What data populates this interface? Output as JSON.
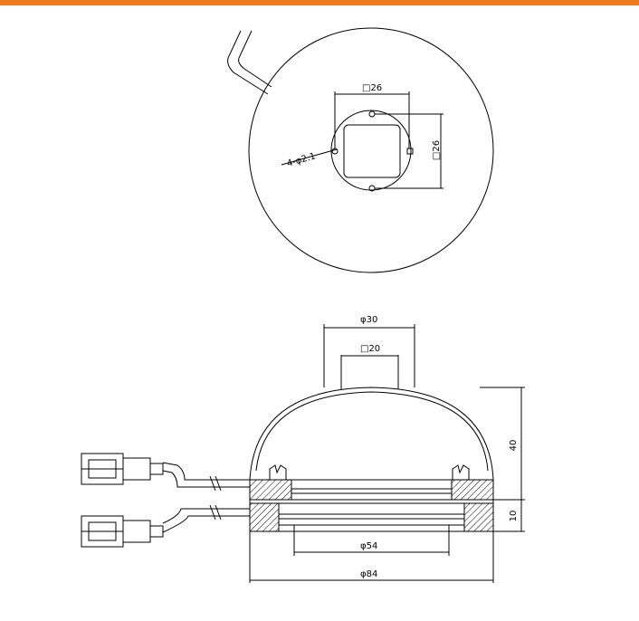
{
  "colors": {
    "top_bar": "#f47a1e",
    "line": "#000000",
    "background": "#ffffff"
  },
  "top_view": {
    "square_width_label": "□26",
    "square_height_label": "□26",
    "holes_label": "4-φ2.1"
  },
  "section_view": {
    "top_diameter_label": "φ30",
    "inner_square_label": "□20",
    "height_label": "40",
    "base_height_label": "10",
    "bottom_inner_label": "φ54",
    "outer_diameter_label": "φ84"
  }
}
